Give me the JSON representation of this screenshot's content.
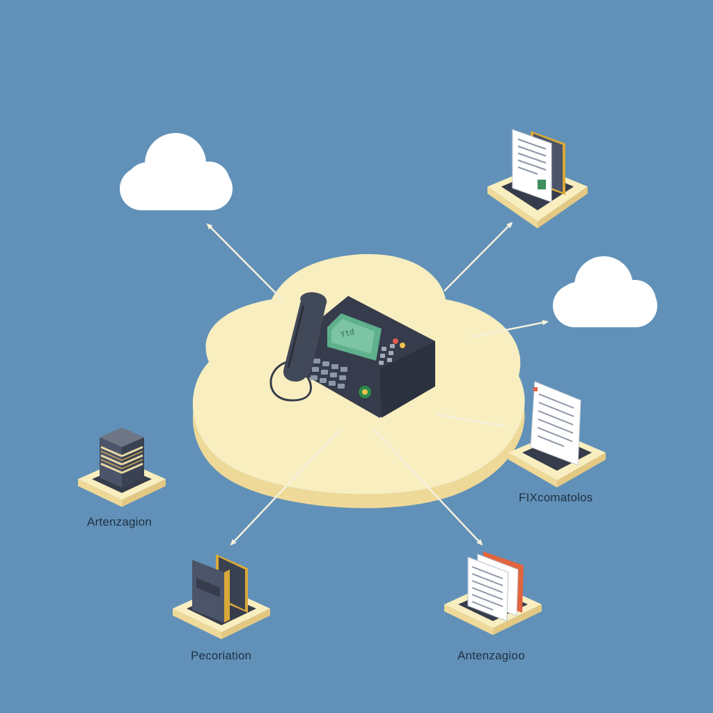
{
  "background_color": "#6191b8",
  "colors": {
    "platform": "#f8eebf",
    "platform_edge": "#efd998",
    "device": "#363c4b",
    "screen": "#5fb08d",
    "cloud": "#ffffff",
    "arrow": "#f5f0de"
  },
  "hub": {
    "icon": "desk-phone-icon",
    "screen_text": "Ytd"
  },
  "nodes": {
    "left_server": {
      "icon": "server-stack-icon",
      "label": "Artenzagion"
    },
    "bottom_left": {
      "icon": "book-binder-icon",
      "label": "Pecoriation"
    },
    "bottom_right": {
      "icon": "document-stack-icon",
      "label": "Antenzagioo"
    },
    "right_document": {
      "icon": "document-icon",
      "label": "FIXcomatolos"
    },
    "top_right": {
      "icon": "document-folder-icon",
      "label": ""
    },
    "top_left_cloud": {
      "icon": "cloud-icon",
      "label": ""
    },
    "right_cloud": {
      "icon": "cloud-icon",
      "label": ""
    }
  }
}
